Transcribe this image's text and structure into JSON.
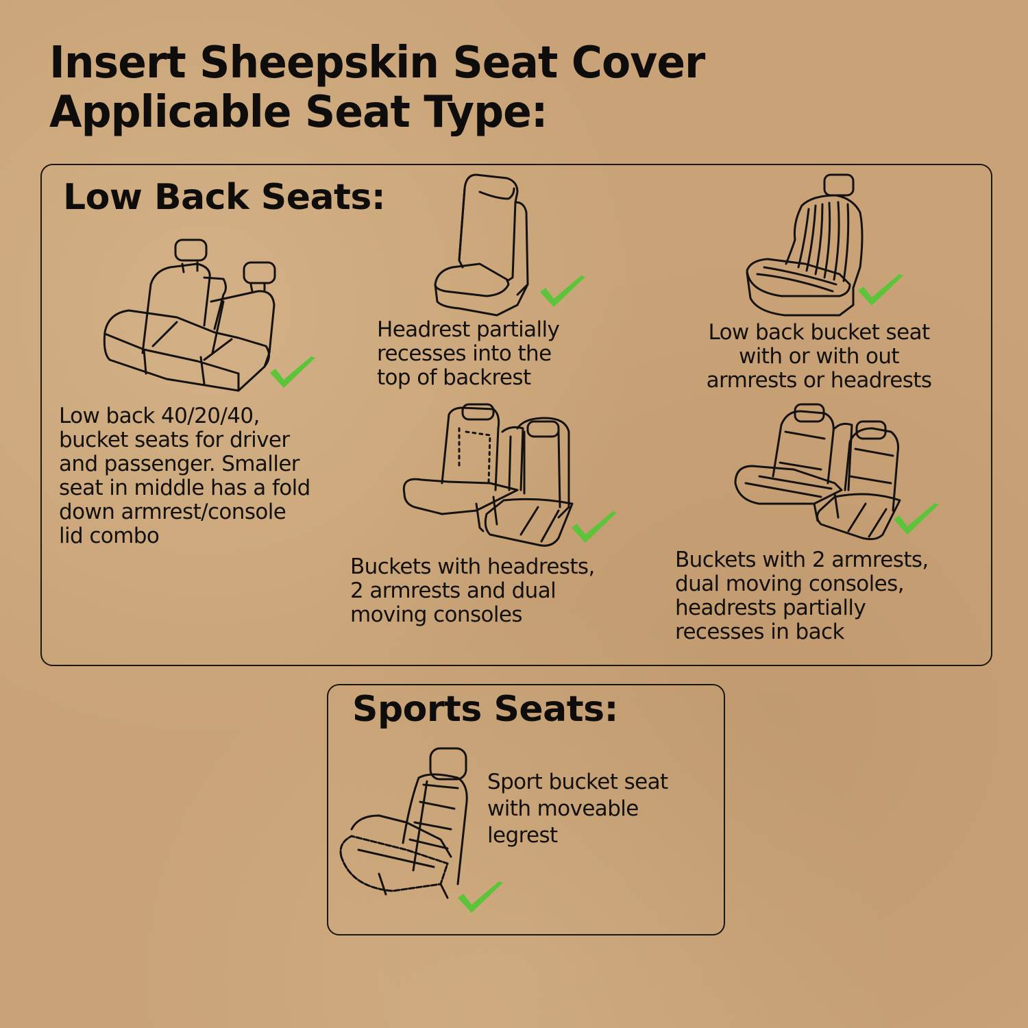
{
  "header": {
    "title_line1": "Insert Sheepskin Seat Cover",
    "title_line2": "Applicable Seat Type:"
  },
  "colors": {
    "background": "#c9a377",
    "text": "#111111",
    "checkmark": "#5cc43a",
    "line_art": "#141210"
  },
  "low_back_section": {
    "title": "Low Back Seats:",
    "items": [
      {
        "icon": "bench-seat-40-20-40-icon",
        "caption": "Low back 40/20/40,\nbucket seats for driver\nand passenger. Smaller\nseat in middle has a fold\ndown armrest/console\nlid combo",
        "checked": true
      },
      {
        "icon": "single-seat-recessed-headrest-icon",
        "caption": "Headrest partially\nrecesses into the\ntop of backrest",
        "checked": true
      },
      {
        "icon": "low-back-bucket-seat-icon",
        "caption": "Low back bucket seat\nwith or with out\narmrests or headrests",
        "checked": true
      },
      {
        "icon": "bucket-seats-dual-console-icon",
        "caption": "Buckets with headrests,\n2 armrests and dual\nmoving consoles",
        "checked": true
      },
      {
        "icon": "bucket-seats-recessed-headrests-icon",
        "caption": "Buckets with 2 armrests,\ndual moving consoles,\nheadrests partially\nrecesses in back",
        "checked": true
      }
    ]
  },
  "sports_section": {
    "title": "Sports Seats:",
    "items": [
      {
        "icon": "sport-bucket-seat-icon",
        "caption": "Sport bucket seat\nwith moveable\nlegrest",
        "checked": true
      }
    ]
  }
}
